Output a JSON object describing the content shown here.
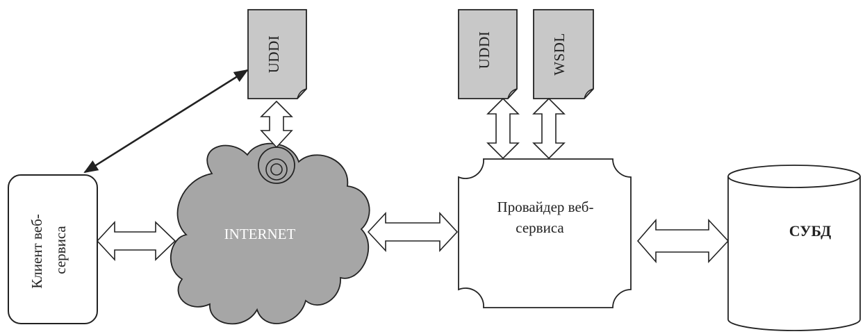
{
  "client": {
    "line1": "Клиент веб-",
    "line2": "сервиса"
  },
  "cloud": {
    "label": "INTERNET"
  },
  "uddi_registry": {
    "label": "UDDI"
  },
  "provider": {
    "line1": "Провайдер веб-",
    "line2": "сервиса"
  },
  "provider_docs": {
    "uddi_label": "UDDI",
    "wsdl_label": "WSDL"
  },
  "dbms": {
    "label": "СУБД"
  },
  "colors": {
    "stroke": "#222222",
    "doc_fill": "#c8c8c8",
    "cloud_fill": "#a6a6a6",
    "background": "#ffffff"
  }
}
